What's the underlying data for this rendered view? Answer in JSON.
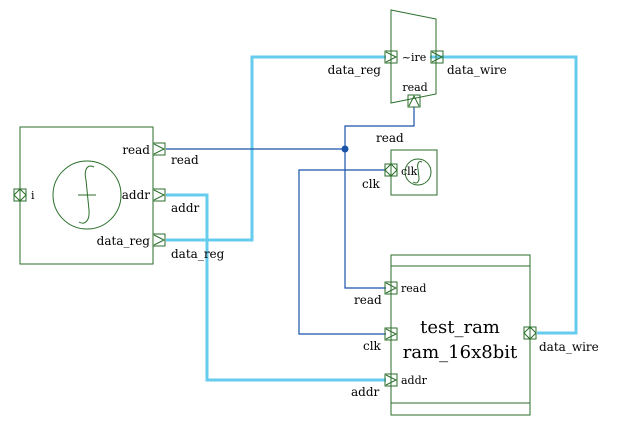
{
  "blocks": {
    "left_block": {
      "port_in_label": "i",
      "ports": {
        "read": "read",
        "addr": "addr",
        "data_reg": "data_reg"
      }
    },
    "inverter": {
      "symbol_label": "~ire",
      "port_in": "data_reg",
      "port_out": "data_wire",
      "port_bottom": "read"
    },
    "clock": {
      "port_label": "clk",
      "outside_label": "clk"
    },
    "ram": {
      "instance_name": "test_ram",
      "type_name": "ram_16x8bit",
      "pins": {
        "read": "read",
        "clk": "clk",
        "addr": "addr",
        "data_wire": "data_wire"
      }
    }
  },
  "net_labels": {
    "left_read_out": "read",
    "left_addr_out": "addr",
    "left_data_reg_out": "data_reg",
    "inverter_read_out": "read",
    "ram_read_in": "read",
    "ram_clk_in": "clk",
    "ram_addr_in": "addr",
    "ram_data_wire_out": "data_wire"
  },
  "colors": {
    "component": "#2a6e2a",
    "bus_wire": "#66ccee",
    "signal_wire": "#1a55aa",
    "background": "#ffffff"
  }
}
